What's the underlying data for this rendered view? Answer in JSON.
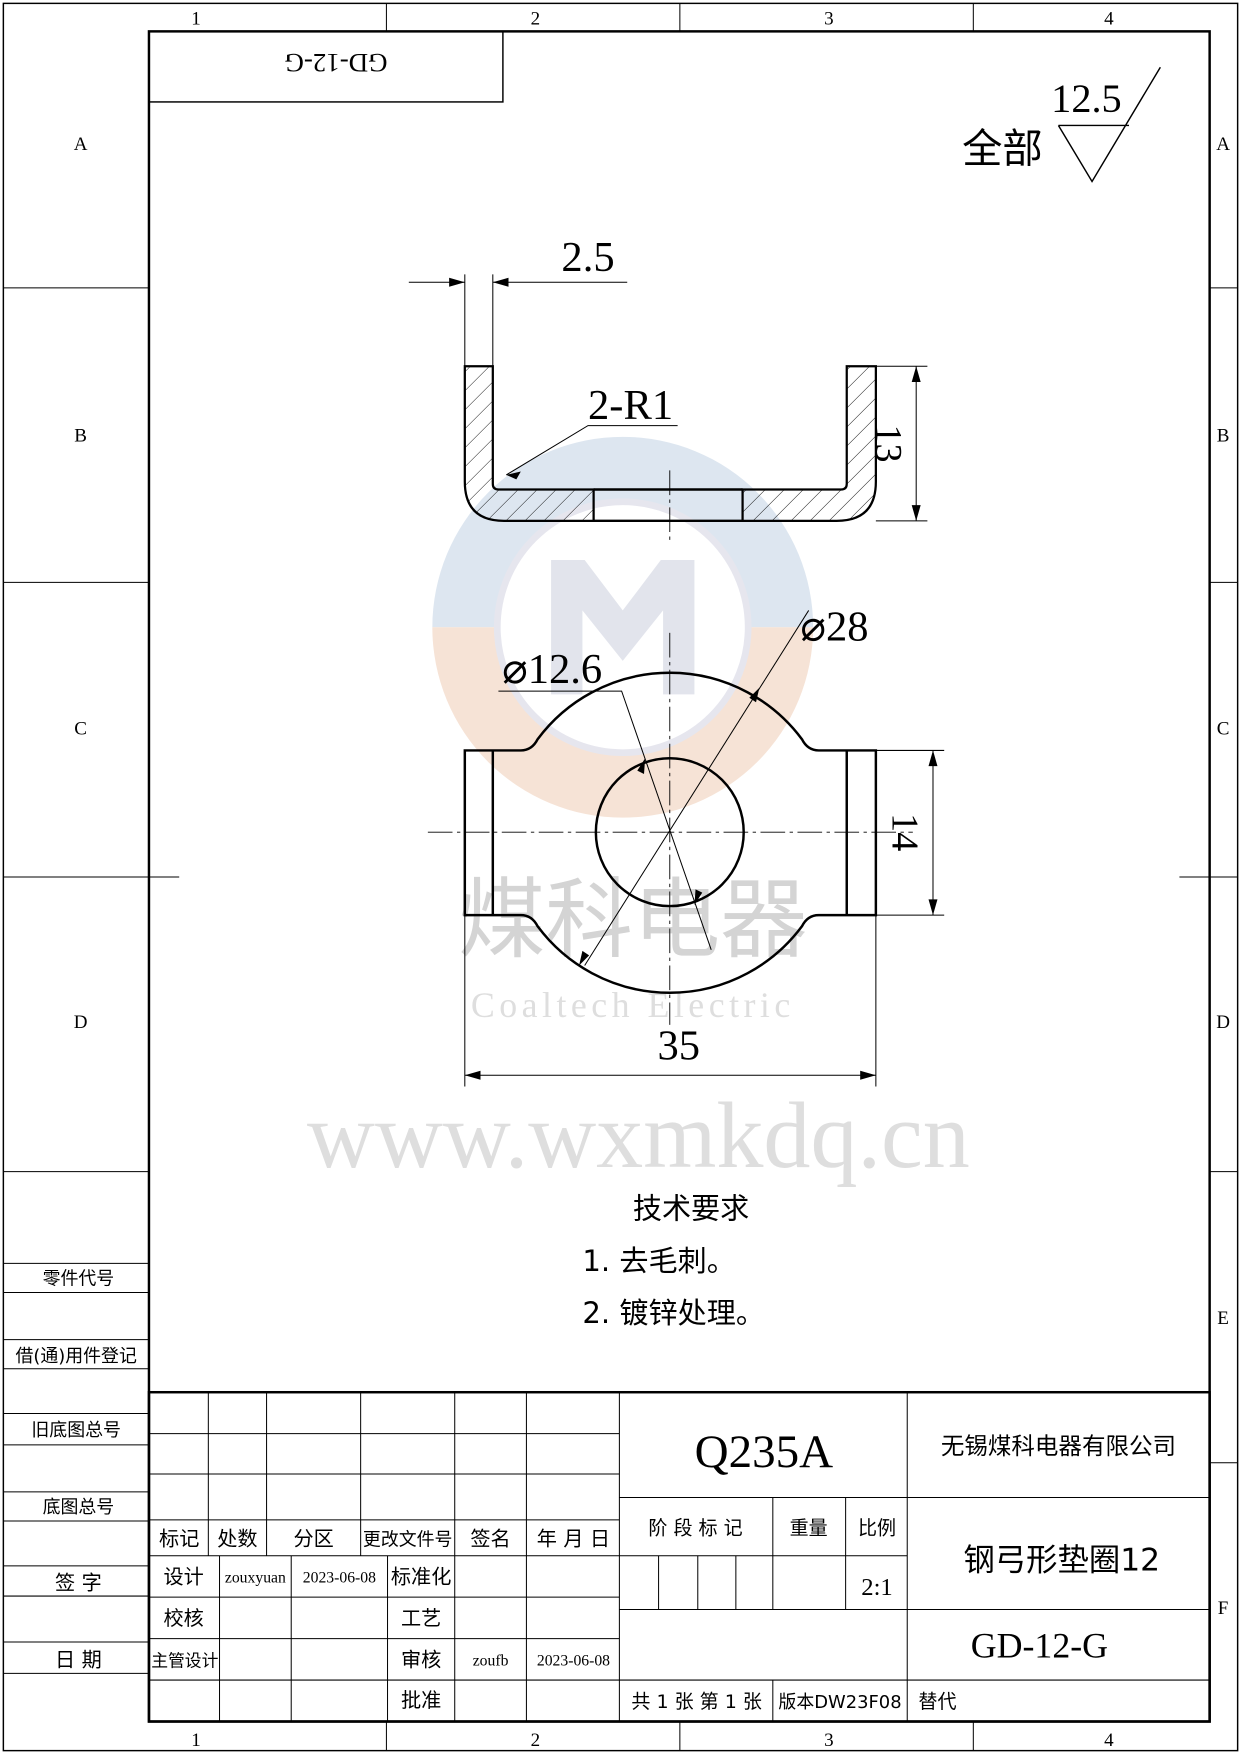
{
  "frame": {
    "columns": [
      "1",
      "2",
      "3",
      "4"
    ],
    "rows": [
      "A",
      "B",
      "C",
      "D",
      "E",
      "F"
    ],
    "mirrored_code": "GD-12-G"
  },
  "left_panel": {
    "part_code_label": "零件代号",
    "borrow_label": "借(通)用件登记",
    "old_base_label": "旧底图总号",
    "base_label": "底图总号",
    "sign_label": "签 字",
    "date_label": "日 期"
  },
  "roughness": {
    "value": "12.5",
    "scope": "全部"
  },
  "dimensions": {
    "thickness": "2.5",
    "radius": "2-R1",
    "height": "13",
    "outer_dia": "⌀28",
    "hole_dia": "⌀12.6",
    "tab_width": "14",
    "overall_length": "35"
  },
  "watermark": {
    "cn": "煤科电器",
    "en": "Coaltech Electric",
    "url": "www.wxmkdq.cn",
    "colors": {
      "blue": "#dde6f0",
      "peach": "#f6e3d6"
    }
  },
  "requirements": {
    "title": "技术要求",
    "items": [
      "1. 去毛刺。",
      "2. 镀锌处理。"
    ]
  },
  "title_block": {
    "revision_headers": [
      "标记",
      "处数",
      "分区",
      "更改文件号",
      "签名",
      "年 月 日"
    ],
    "design_label": "设计",
    "designer": "zouxyuan",
    "design_date": "2023-06-08",
    "standardize_label": "标准化",
    "check_label": "校核",
    "process_label": "工艺",
    "chief_label": "主管设计",
    "review_label": "审核",
    "reviewer": "zoufb",
    "review_date": "2023-06-08",
    "approve_label": "批准",
    "material": "Q235A",
    "company": "无锡煤科电器有限公司",
    "stage_label": "阶 段 标 记",
    "weight_label": "重量",
    "scale_label": "比例",
    "scale": "2:1",
    "part_name": "钢弓形垫圈12",
    "drawing_no": "GD-12-G",
    "sheets": "共 1 张  第 1 张",
    "version": "版本DW23F08",
    "replace_label": "替代"
  }
}
